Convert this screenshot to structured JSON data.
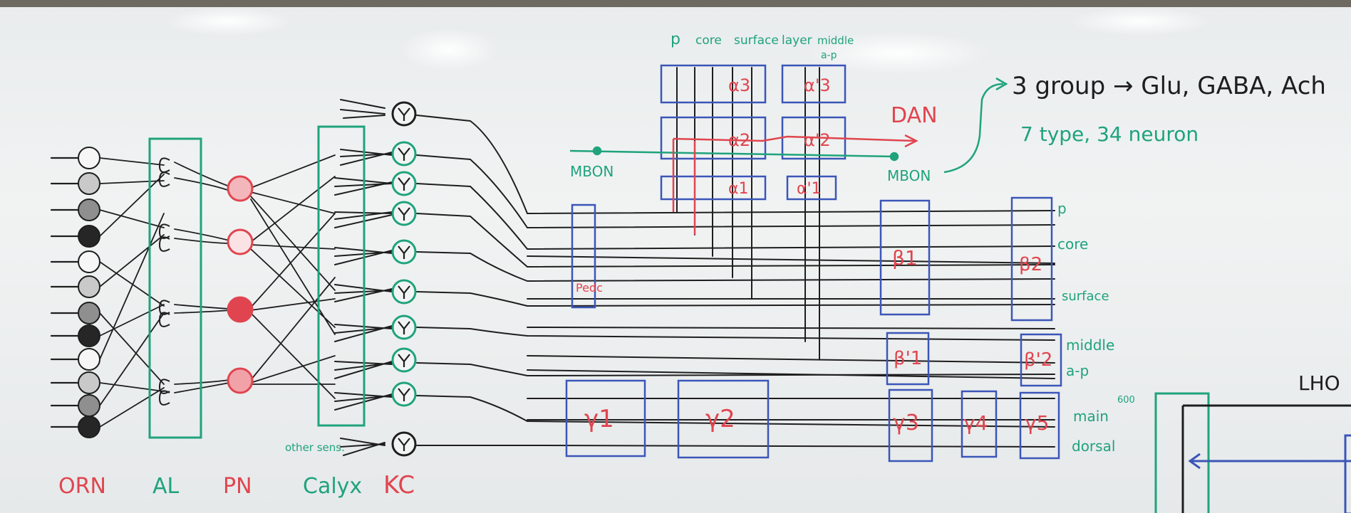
{
  "layers": {
    "orn": "ORN",
    "al": "AL",
    "pn": "PN",
    "calyx": "Calyx",
    "kc": "KC",
    "other_sens": "other sens."
  },
  "lobes": {
    "alpha3": "α3",
    "alpha2": "α2",
    "alpha1": "α1",
    "alpha3_prime": "α'3",
    "alpha2_prime": "α'2",
    "alpha1_prime": "α'1",
    "pedc": "Pedc",
    "beta1": "β1",
    "beta2": "β2",
    "beta1_prime": "β'1",
    "beta2_prime": "β'2",
    "gamma1": "γ1",
    "gamma2": "γ2",
    "gamma3": "γ3",
    "gamma4": "γ4",
    "gamma5": "γ5"
  },
  "top_labels": {
    "p": "p",
    "core": "core",
    "surface": "surface",
    "layer": "layer",
    "middle": "middle",
    "ap": "a-p"
  },
  "right_labels": {
    "p": "p",
    "core": "core",
    "surface": "surface",
    "middle": "middle",
    "ap": "a-p",
    "main": "main",
    "dorsal": "dorsal",
    "lho": "LHO",
    "count": "600"
  },
  "connections": {
    "dan": "DAN",
    "mbon_left": "MBON",
    "mbon_right": "MBON",
    "groups": "3 group → Glu, GABA, Ach",
    "types": "7 type, 34 neuron"
  },
  "colors": {
    "ink_black": "#1e1e1e",
    "ink_red": "#e0454f",
    "ink_green": "#1fa37c",
    "ink_blue": "#3b56b8"
  }
}
